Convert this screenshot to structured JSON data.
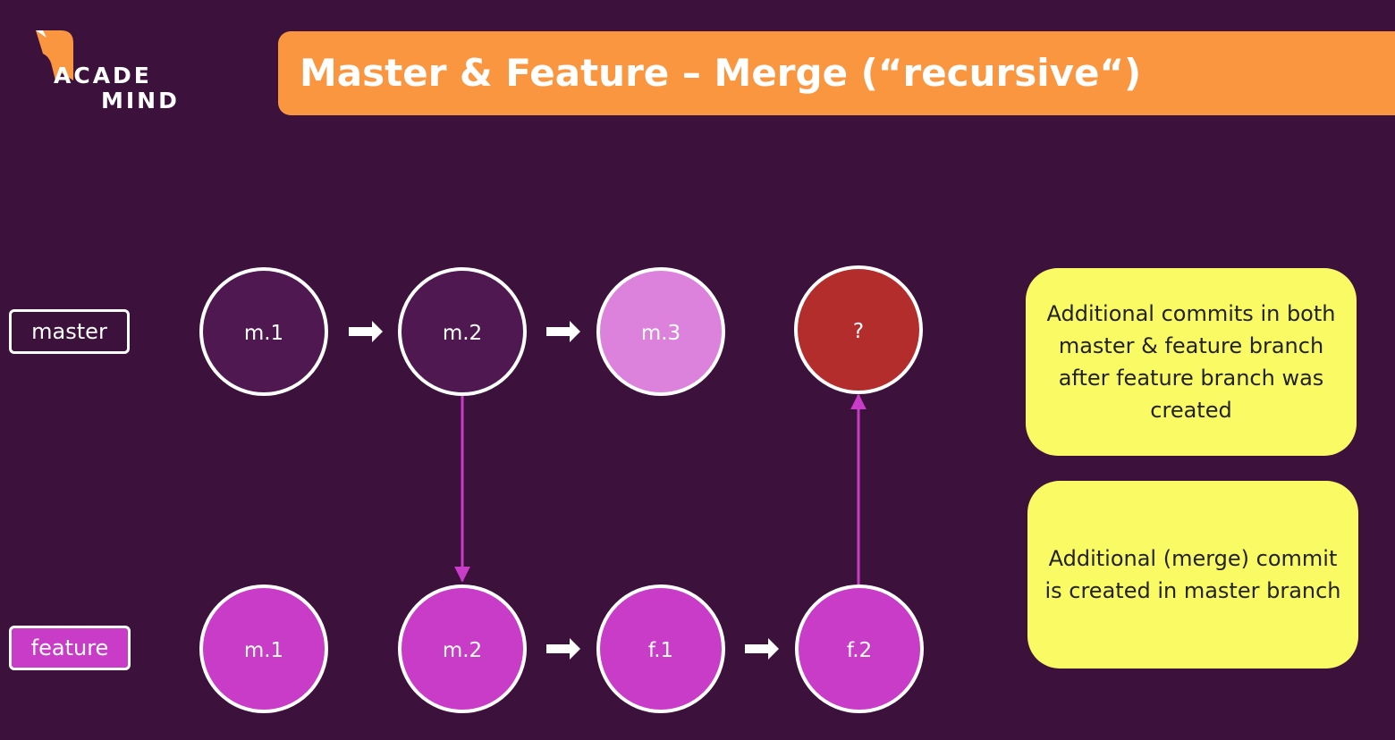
{
  "logo": {
    "line1": "ACADE",
    "line2": "MIND",
    "mark_icon": "orange-bookmark-mark"
  },
  "title": "Master & Feature – Merge (“recursive“)",
  "branches": {
    "master": "master",
    "feature": "feature"
  },
  "commits": {
    "master": [
      {
        "label": "m.1"
      },
      {
        "label": "m.2"
      },
      {
        "label": "m.3"
      },
      {
        "label": "?"
      }
    ],
    "feature": [
      {
        "label": "m.1"
      },
      {
        "label": "m.2"
      },
      {
        "label": "f.1"
      },
      {
        "label": "f.2"
      }
    ]
  },
  "notes": [
    "Additional commits in both master & feature branch after feature branch was created",
    "Additional (merge) commit is created in master branch"
  ],
  "colors": {
    "background": "#3c123c",
    "title_bar": "#fa9640",
    "master_commit": "#4f1850",
    "master_new_commit": "#dc82dc",
    "merge_commit": "#b42d2d",
    "feature_commit": "#c83cc8",
    "connector": "#c83cc8",
    "note": "#fafa64"
  }
}
